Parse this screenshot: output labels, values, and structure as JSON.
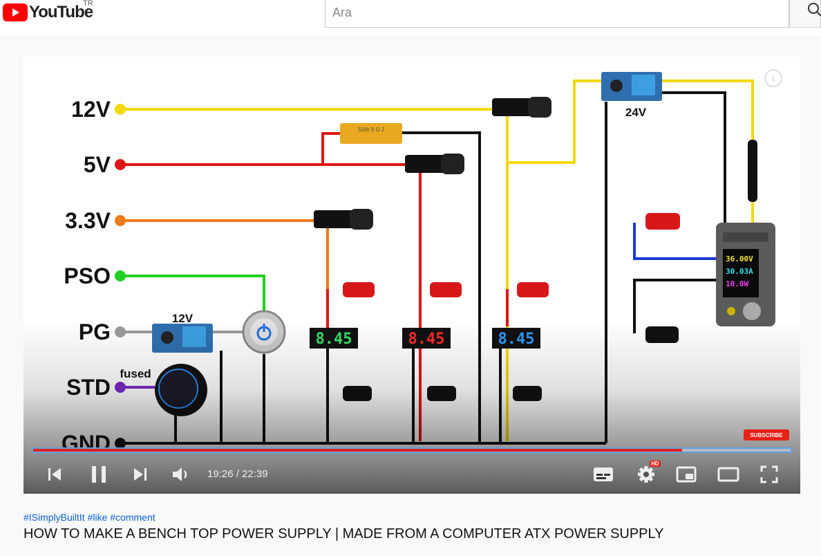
{
  "header": {
    "logo_text": "YouTube",
    "country_code": "TR",
    "search_placeholder": "Ara",
    "search_icon": "search-icon"
  },
  "player": {
    "time_display": "19:26 / 22:39",
    "progress_fraction": 0.8566,
    "buffered_fraction": 0.875,
    "subscribe_label": "SUBSCRIBE",
    "hd_badge": "HD",
    "controls": [
      "previous-icon",
      "pause-icon",
      "next-icon",
      "volume-icon",
      "subtitles-icon",
      "settings-icon",
      "miniplayer-icon",
      "theater-icon",
      "fullscreen-icon"
    ],
    "diagram": {
      "rail_labels": [
        "12V",
        "5V",
        "3.3V",
        "PSO",
        "PG",
        "STD",
        "GND"
      ],
      "rail_colors": [
        "#f5d90a",
        "#e01515",
        "#ee7a18",
        "#22d022",
        "#9a9a9a",
        "#7c2bc8",
        "#000000"
      ],
      "module_labels": [
        "12V",
        "24V",
        "fused"
      ],
      "meter_readings": [
        "8.45",
        "8.45",
        "8.45"
      ],
      "psu_display": [
        "36.00V",
        "30.03A",
        "10.0W"
      ],
      "resistor_text": "50W 8 Ω J"
    }
  },
  "video": {
    "hashtags": "#ISimplyBuiltIt #like #comment",
    "title": "HOW TO MAKE A BENCH TOP POWER SUPPLY | MADE FROM A COMPUTER ATX POWER SUPPLY"
  }
}
